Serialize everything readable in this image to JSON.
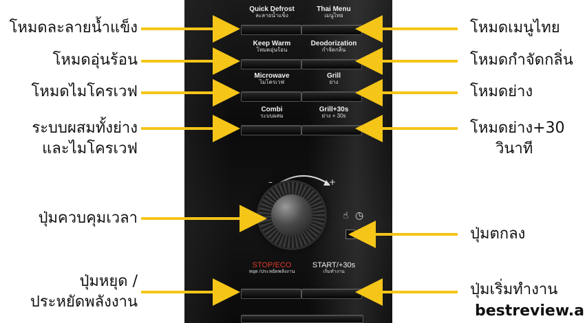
{
  "panel": {
    "buttons": [
      {
        "en": "Quick Defrost",
        "th": "ละลายน้ำแข็ง"
      },
      {
        "en": "Thai Menu",
        "th": "เมนูไทย"
      },
      {
        "en": "Keep Warm",
        "th": "โหมดอุ่นร้อน"
      },
      {
        "en": "Deodorization",
        "th": "กำจัดกลิ่น"
      },
      {
        "en": "Microwave",
        "th": "ไมโครเวฟ"
      },
      {
        "en": "Grill",
        "th": "ย่าง"
      },
      {
        "en": "Combi",
        "th": "ระบบผสม"
      },
      {
        "en": "Grill+30s",
        "th": "ย่าง + 30s"
      }
    ],
    "knob_minus": "–",
    "knob_plus": "+",
    "stop_label_en": "STOP/ECO",
    "stop_label_th": "หยุด /ประหยัดพลังงาน",
    "start_label_en": "START/+30s",
    "start_label_th": "เริ่มทำงาน"
  },
  "annotations": {
    "left": [
      "โหมดละลายน้ำแข็ง",
      "โหมดอุ่นร้อน",
      "โหมดไมโครเวฟ",
      "ระบบผสมทั้งย่าง",
      "และไมโครเวฟ",
      "ปุ่มควบคุมเวลา",
      "ปุ่มหยุด /",
      "ประหยัดพลังงาน"
    ],
    "right": [
      "โหมดเมนูไทย",
      "โหมดกำจัดกลิ่น",
      "โหมดย่าง",
      "โหมดย่าง+30",
      "วินาที",
      "ปุ่มตกลง",
      "ปุ่มเริ่มทำงาน"
    ]
  },
  "watermark": "bestreview.asia",
  "colors": {
    "arrow": "#f5c518",
    "panel": "#0d0d0d",
    "stop_red": "#e03a2e"
  }
}
